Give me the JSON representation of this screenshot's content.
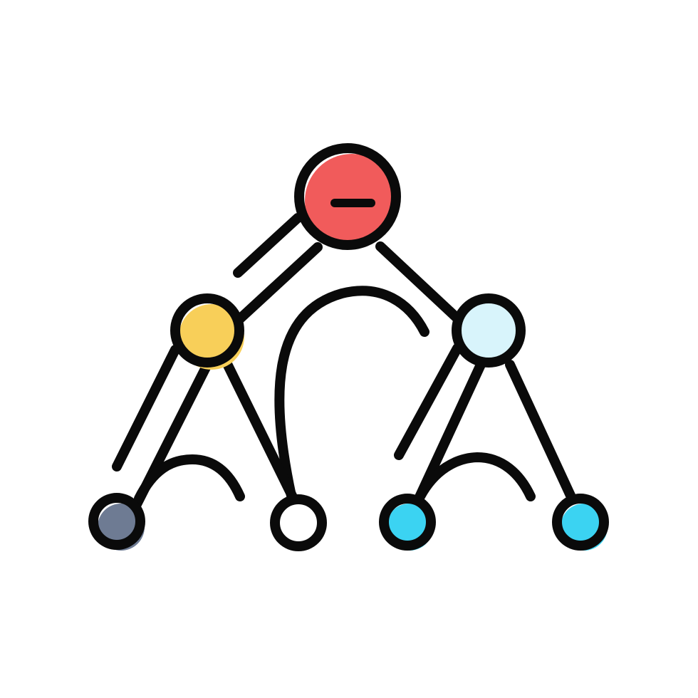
{
  "icon": {
    "name": "tree-structure-icon",
    "colors": {
      "outline": "#0a0a0a",
      "root_fill": "#f15b5b",
      "left_mid_fill": "#f8cf59",
      "right_mid_fill": "#d8f4fb",
      "leaf_gray_fill": "#6e7b93",
      "leaf_white_fill": "#ffffff",
      "leaf_blue_fill": "#3bd3f2",
      "background": "#ffffff"
    },
    "nodes": [
      {
        "id": "root",
        "symbol": "minus-sign"
      },
      {
        "id": "left-mid"
      },
      {
        "id": "right-mid"
      },
      {
        "id": "leaf-1"
      },
      {
        "id": "leaf-2"
      },
      {
        "id": "leaf-3"
      },
      {
        "id": "leaf-4"
      }
    ]
  }
}
